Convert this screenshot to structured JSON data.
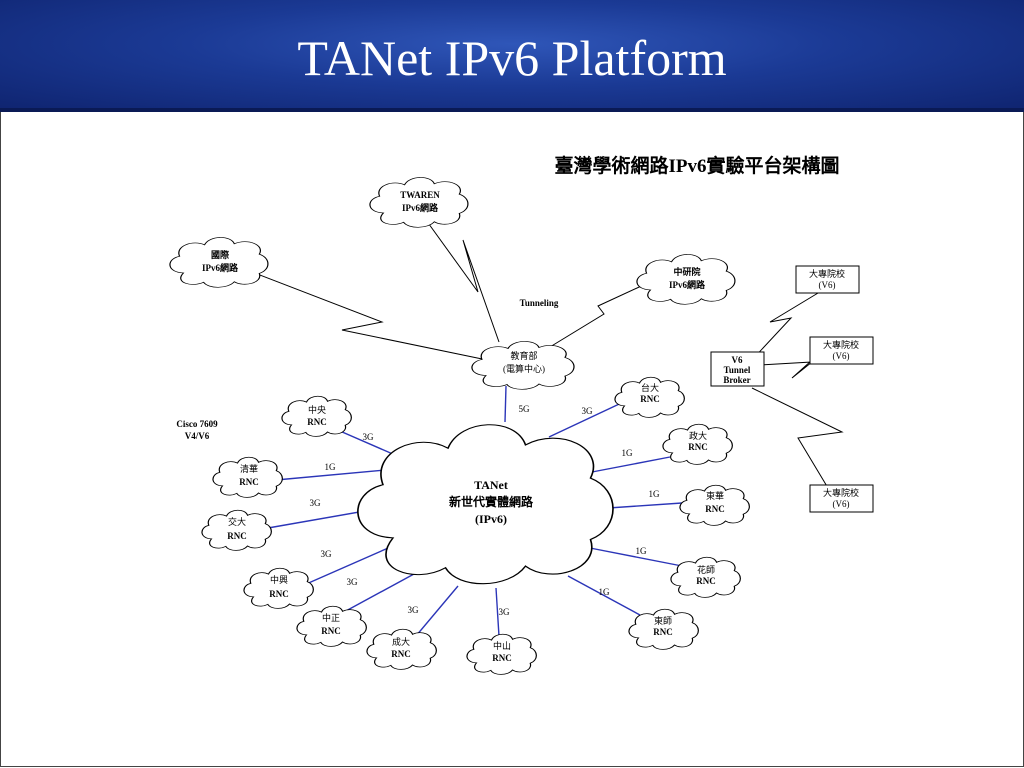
{
  "slide": {
    "title": "TANet IPv6 Platform"
  },
  "diagram": {
    "title": "臺灣學術網路IPv6實驗平台架構圖",
    "tunneling_label": "Tunneling",
    "router_note": [
      "Cisco 7609",
      "V4/V6"
    ],
    "center": {
      "lines": [
        "TANet",
        "新世代實體網路",
        "(IPv6)"
      ]
    },
    "moe": {
      "lines": [
        "教育部",
        "(電算中心)"
      ]
    },
    "twaren": {
      "lines": [
        "TWAREN",
        "IPv6網路"
      ]
    },
    "intl": {
      "lines": [
        "國際",
        "IPv6網路"
      ]
    },
    "sinica": {
      "lines": [
        "中研院",
        "IPv6網路"
      ]
    },
    "broker": {
      "lines": [
        "V6",
        "Tunnel",
        "Broker"
      ]
    },
    "colleges": [
      {
        "lines": [
          "大專院校",
          "(V6)"
        ]
      },
      {
        "lines": [
          "大專院校",
          "(V6)"
        ]
      },
      {
        "lines": [
          "大專院校",
          "(V6)"
        ]
      }
    ],
    "link_moe": "5G",
    "rncs": [
      {
        "name": "台大",
        "sub": "RNC",
        "speed": "3G"
      },
      {
        "name": "政大",
        "sub": "RNC",
        "speed": "1G"
      },
      {
        "name": "東華",
        "sub": "RNC",
        "speed": "1G"
      },
      {
        "name": "花師",
        "sub": "RNC",
        "speed": "1G"
      },
      {
        "name": "東師",
        "sub": "RNC",
        "speed": "1G"
      },
      {
        "name": "中山",
        "sub": "RNC",
        "speed": "3G"
      },
      {
        "name": "成大",
        "sub": "RNC",
        "speed": "3G"
      },
      {
        "name": "中正",
        "sub": "RNC",
        "speed": "3G"
      },
      {
        "name": "中興",
        "sub": "RNC",
        "speed": "3G"
      },
      {
        "name": "交大",
        "sub": "RNC",
        "speed": "3G"
      },
      {
        "name": "清華",
        "sub": "RNC",
        "speed": "1G"
      },
      {
        "name": "中央",
        "sub": "RNC",
        "speed": "3G"
      }
    ],
    "colors": {
      "link": "#2b35b8",
      "header": "#1b3a95"
    }
  }
}
